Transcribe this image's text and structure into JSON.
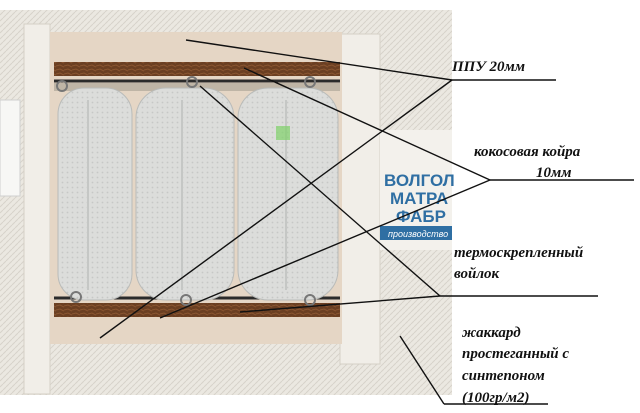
{
  "brand_print": {
    "line1": "ВОЛГОЛ",
    "line2": "МАТРА",
    "line3": "ФАБР",
    "line4": "производство"
  },
  "labels": {
    "ppu": "ППУ 20мм",
    "coir_line1": "кокосовая койра",
    "coir_line2": "10мм",
    "felt_line1": "термоскрепленный",
    "felt_line2": "войлок",
    "jacquard_line1": "жаккард",
    "jacquard_line2": "простеганный с",
    "jacquard_line3": "синтепоном",
    "jacquard_line4": "(100гр/м2)"
  },
  "colors": {
    "jacquard": "#ebe8e1",
    "foam": "#e5d6c5",
    "coir": "#6b3f22",
    "spring_pocket": "#d9dad8",
    "brand_blue": "#2f6fa3",
    "leader_line": "#111111"
  }
}
